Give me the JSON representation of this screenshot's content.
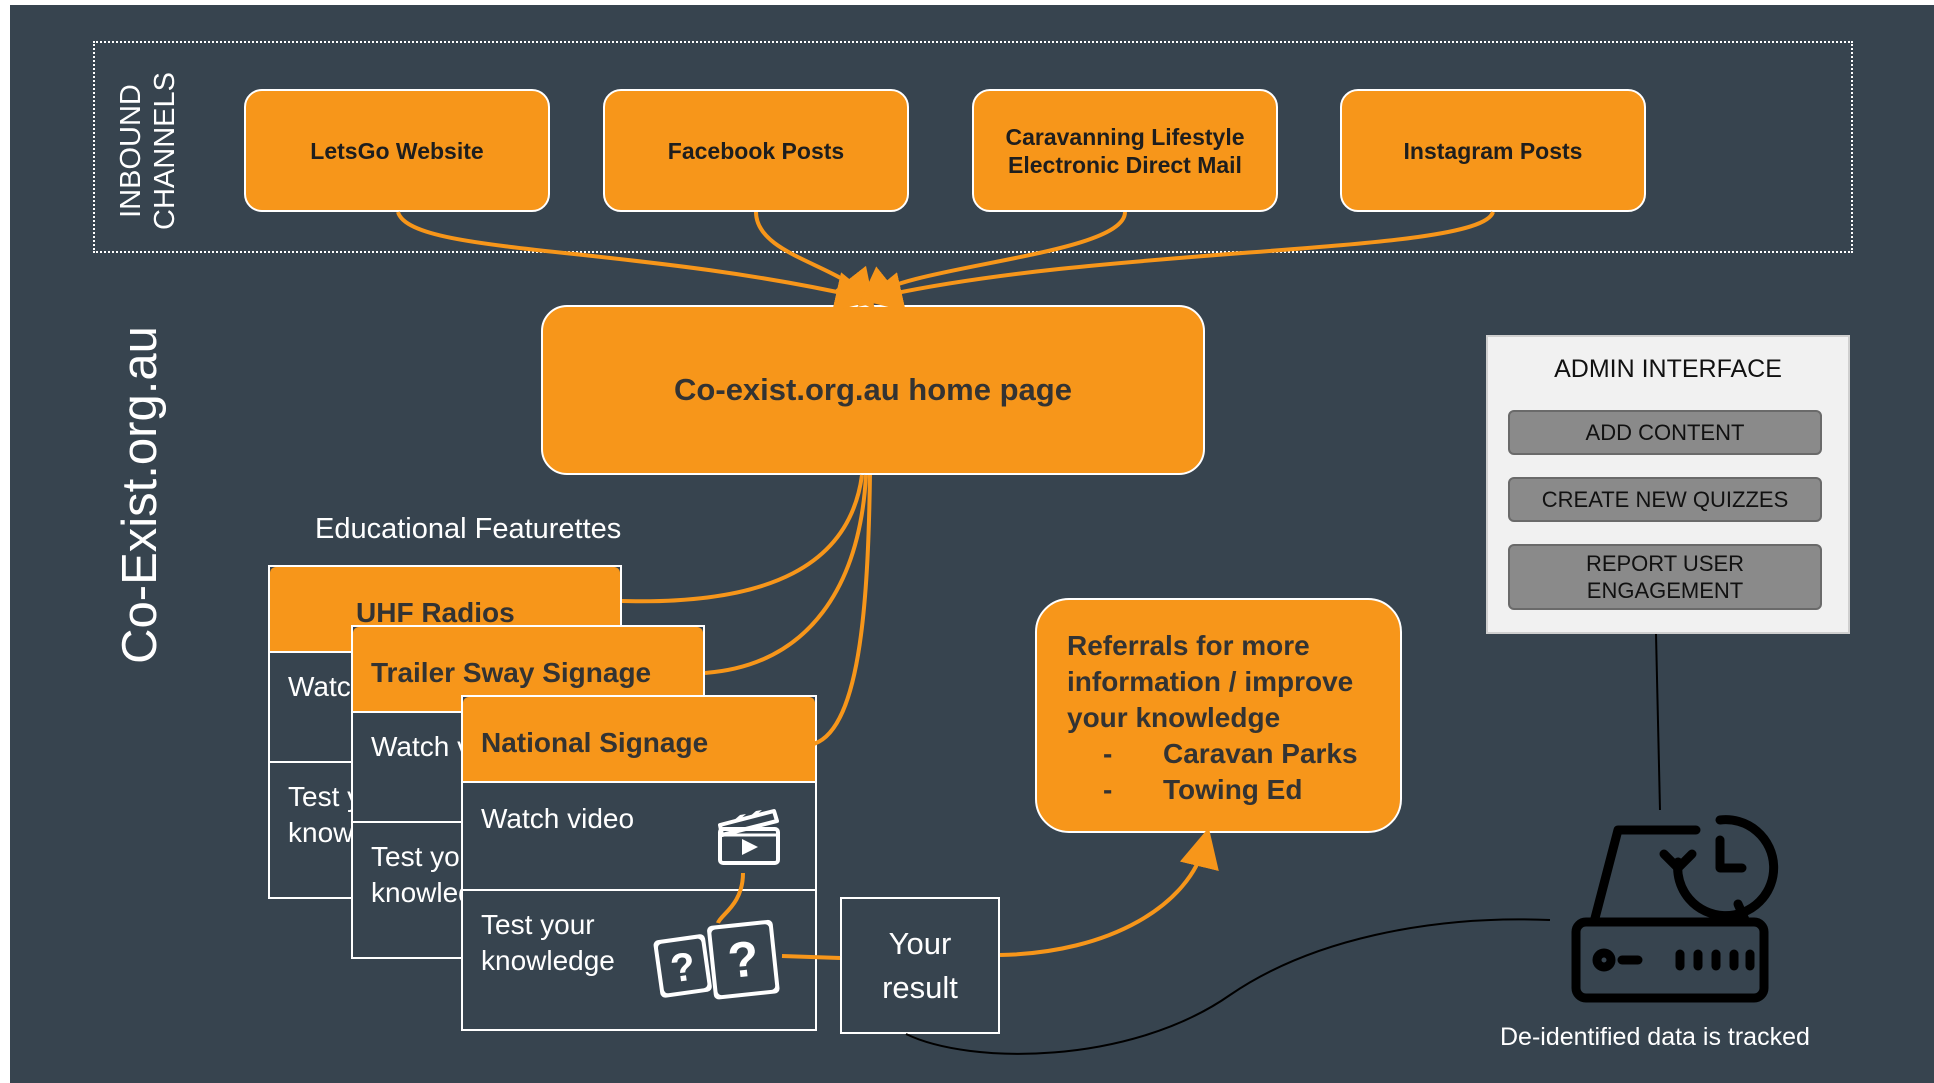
{
  "inbound_label": "INBOUND\nCHANNELS",
  "site_label": "Co-Exist.org.au",
  "channels": [
    {
      "label": "LetsGo Website"
    },
    {
      "label": "Facebook Posts"
    },
    {
      "label": "Caravanning Lifestyle\nElectronic Direct Mail"
    },
    {
      "label": "Instagram Posts"
    }
  ],
  "home_page": "Co-exist.org.au home page",
  "educational_title": "Educational Featurettes",
  "cards": [
    {
      "title": "UHF Radios",
      "row1": "Watch video",
      "row2": "Test your\nknowledge"
    },
    {
      "title": "Trailer Sway Signage",
      "row1": "Watch video",
      "row2": "Test your\nknowledge"
    },
    {
      "title": "National Signage",
      "row1": "Watch video",
      "row2": "Test your\nknowledge"
    }
  ],
  "result": "Your\nresult",
  "referral": {
    "text": "Referrals for more\ninformation / improve\nyour knowledge",
    "bullets": [
      "Caravan Parks",
      "Towing Ed"
    ],
    "bullet_marker": "-"
  },
  "admin": {
    "title": "ADMIN INTERFACE",
    "buttons": [
      "ADD CONTENT",
      "CREATE NEW QUIZZES",
      "REPORT USER\nENGAGEMENT"
    ]
  },
  "footer_note": "De-identified data is tracked",
  "icons": [
    "clapperboard-icon",
    "question-cards-icon",
    "server-clock-icon"
  ],
  "colors": {
    "background": "#37444f",
    "accent": "#f7961a",
    "text_dark": "#333333",
    "line": "#f7961a"
  }
}
